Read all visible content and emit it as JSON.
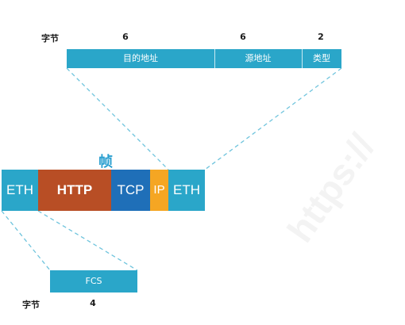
{
  "colors": {
    "header_blue": "#2aa6c9",
    "eth_blue": "#2aa6c9",
    "http_orange": "#b84e25",
    "tcp_blue": "#1f6fb8",
    "ip_orange": "#f5a623",
    "title_blue": "#2a9fd0"
  },
  "header": {
    "label": "字节",
    "sizes": [
      "6",
      "6",
      "2"
    ],
    "fields": [
      "目的地址",
      "源地址",
      "类型"
    ]
  },
  "frame": {
    "title": "帧",
    "segments": [
      "ETH",
      "HTTP",
      "TCP",
      "IP",
      "ETH"
    ]
  },
  "trailer": {
    "field": "FCS",
    "label": "字节",
    "size": "4"
  },
  "watermark": "https://"
}
